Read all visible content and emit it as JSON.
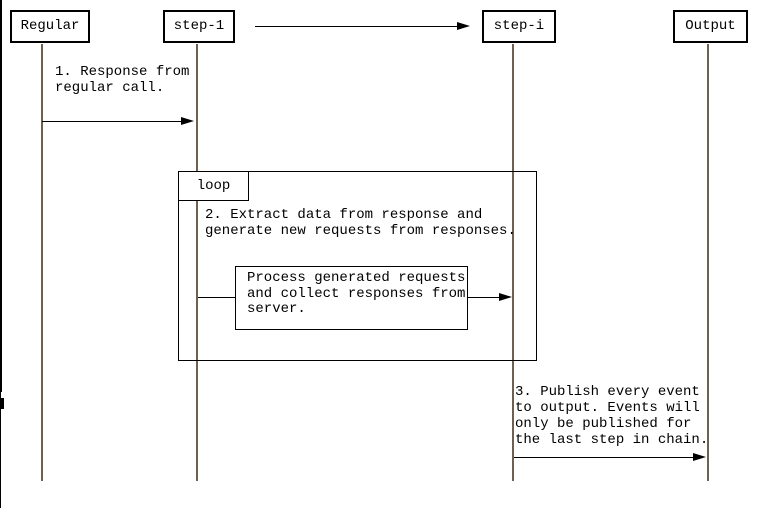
{
  "diagram": {
    "kind": "sequence-diagram",
    "actors": [
      {
        "label": "Regular"
      },
      {
        "label": "step-1"
      },
      {
        "label": "step-i"
      },
      {
        "label": "Output"
      }
    ],
    "top_arrow": {
      "from": "step-1",
      "to": "step-i"
    },
    "loop_fragment": {
      "label": "loop"
    },
    "messages": [
      {
        "seq": "1",
        "from": "Regular",
        "to": "step-1",
        "text": "1. Response from\nregular call."
      },
      {
        "seq": "2",
        "from": "step-1",
        "to": "step-i",
        "text": "2. Extract data from response and\ngenerate new requests from responses."
      },
      {
        "seq": "3",
        "from": "step-i",
        "to": "Output",
        "text": "3. Publish every event\nto output. Events will\nonly be published for\nthe last step in chain."
      }
    ],
    "process_note": {
      "from": "step-1",
      "to": "step-i",
      "text": "Process generated requests\nand collect responses from\nserver."
    },
    "colors": {
      "line": "#000000",
      "lifeline": "#6e6152",
      "background": "#ffffff",
      "text": "#000000"
    }
  }
}
